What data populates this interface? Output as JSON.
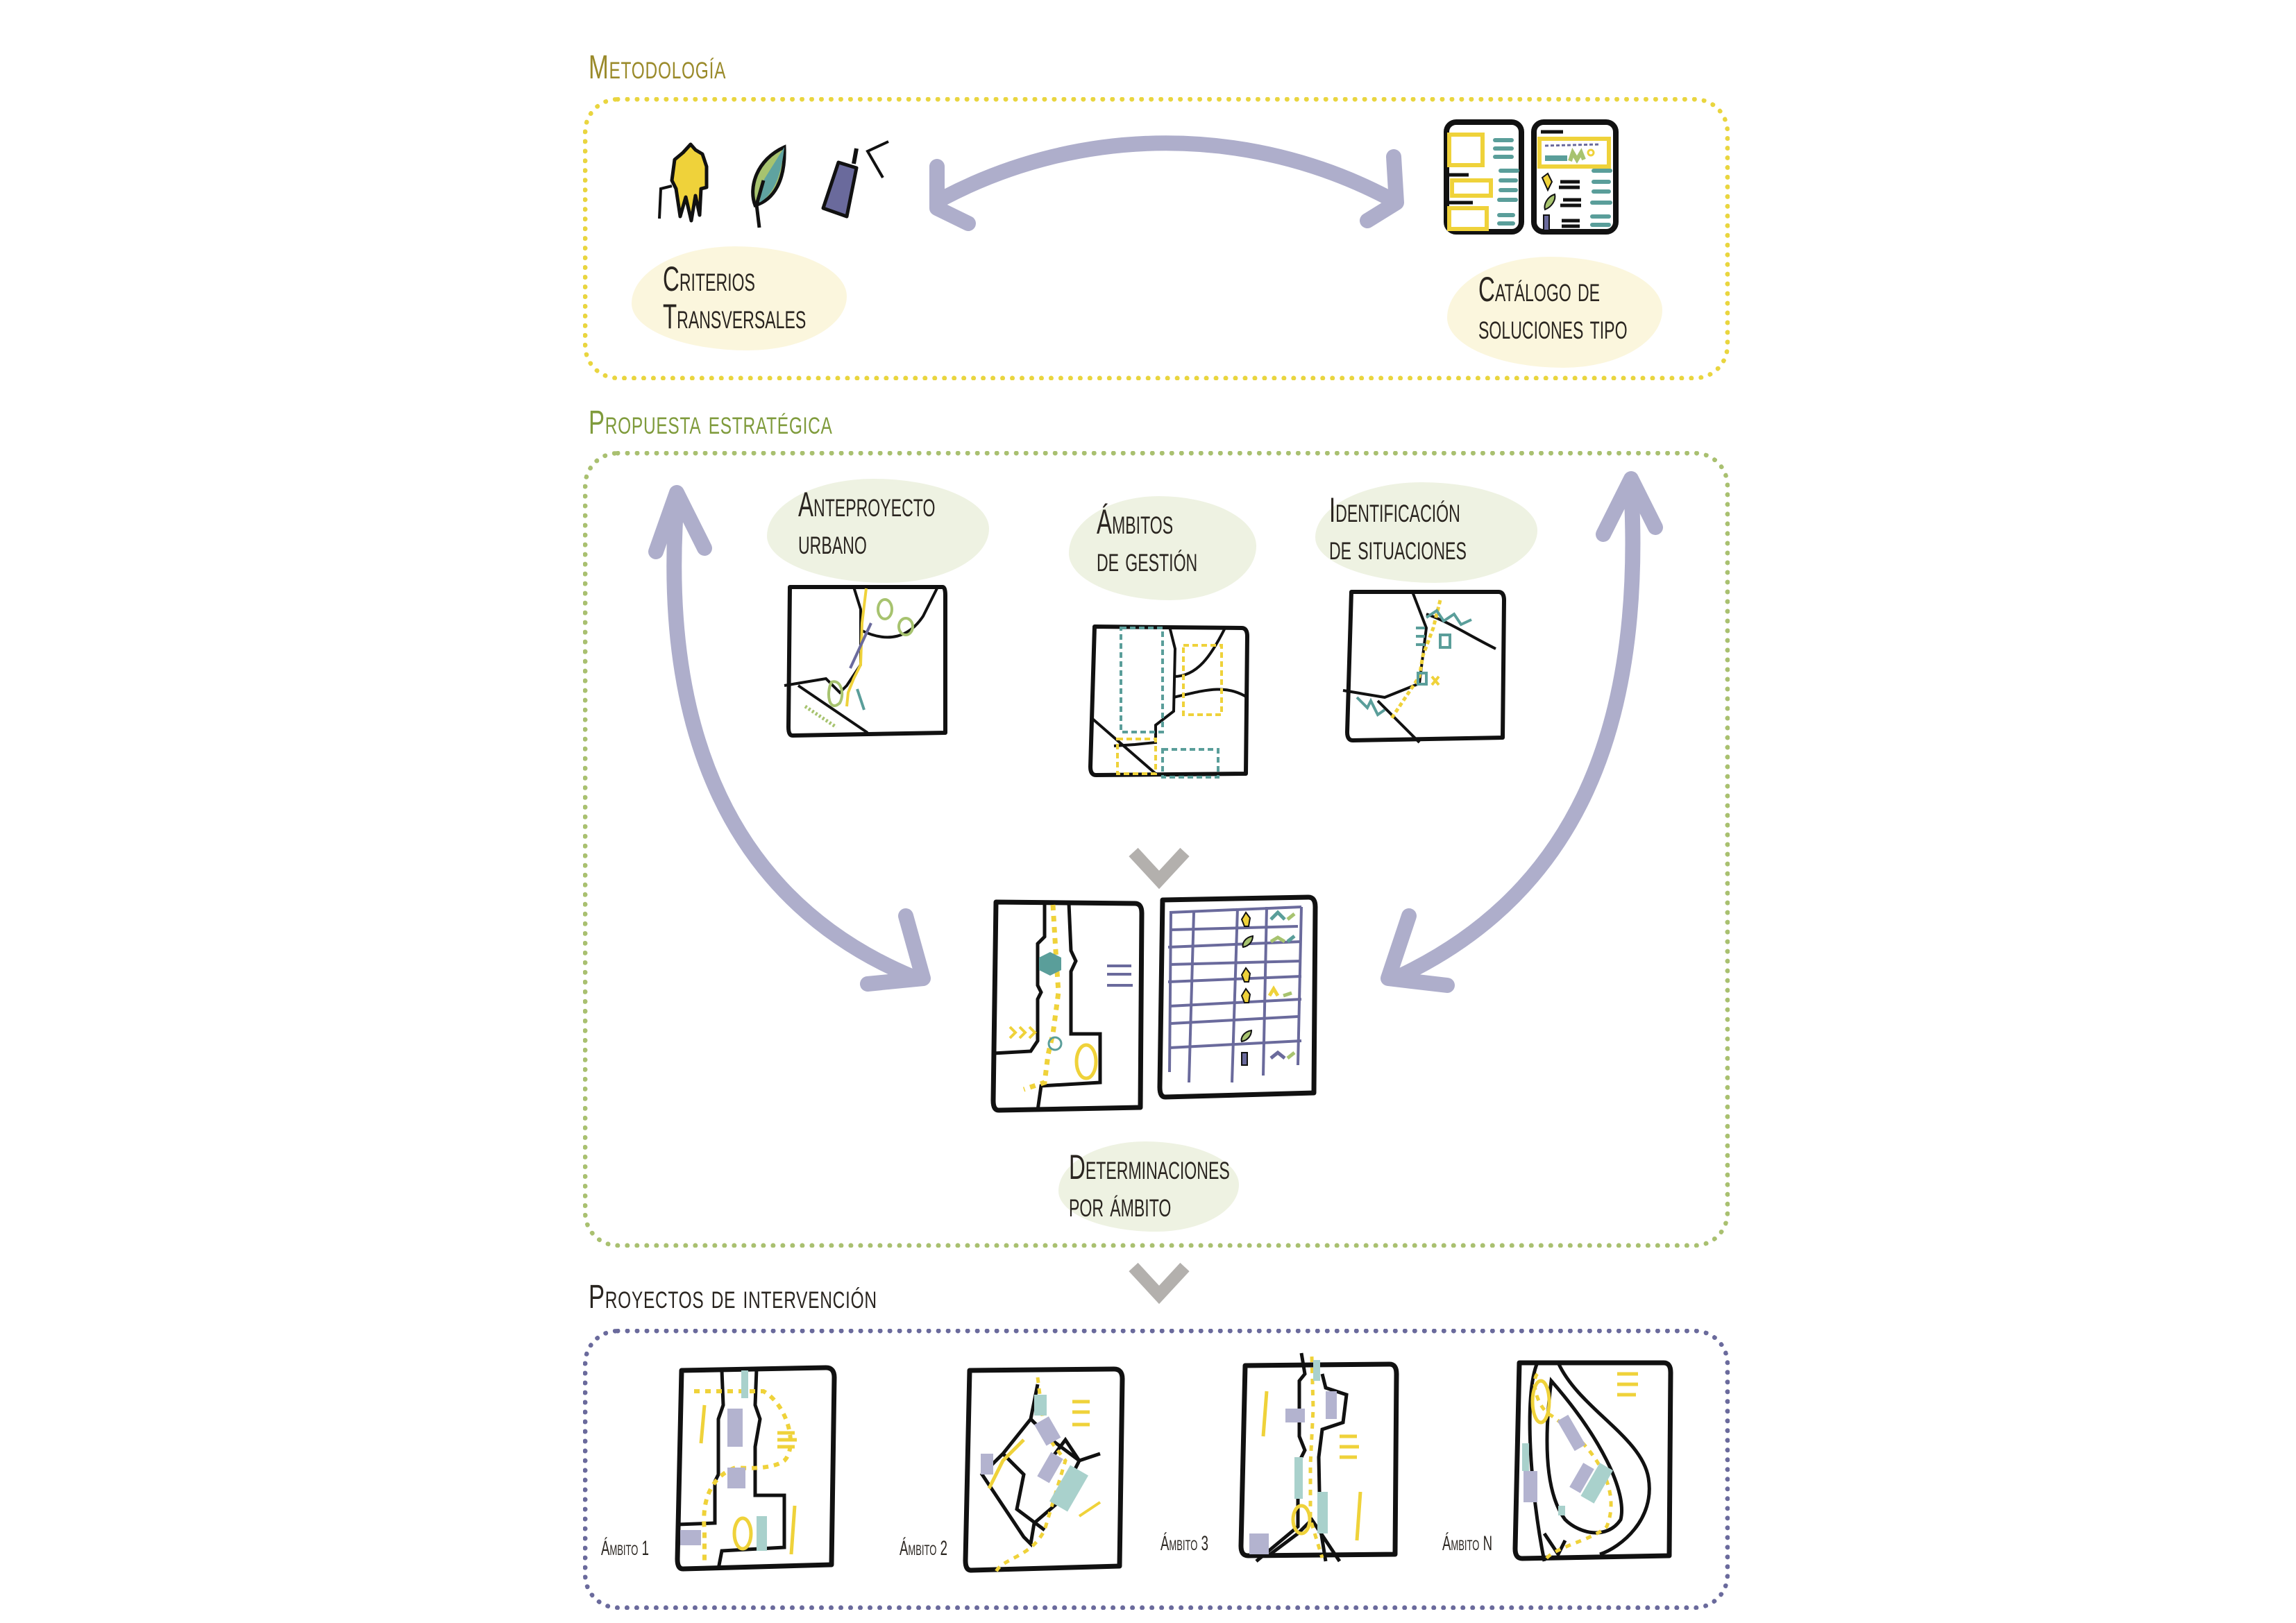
{
  "colors": {
    "yellow": "#efd23a",
    "yellow_frame": "#e9d53f",
    "green": "#9db55e",
    "olive_title": "#9a8a2a",
    "green_title": "#7f9b3c",
    "purple": "#6a6a9c",
    "arrow": "#aeaecb",
    "teal": "#5a9e9a",
    "teal_light": "#a9d1cc",
    "lavender_block": "#b3b3cf",
    "chevron": "#b3b0ad",
    "blob_yellow": "#fbf6dd",
    "blob_green": "#eef2e2",
    "ink": "#111111"
  },
  "sections": {
    "metodologia": {
      "title": "Metodología",
      "criterios": {
        "line1": "Criterios",
        "line2": "Transversales"
      },
      "catalogo": {
        "line1": "Catálogo de",
        "line2": "soluciones tipo"
      },
      "icons": [
        "person-icon",
        "leaf-icon",
        "spray-can-icon"
      ]
    },
    "propuesta": {
      "title": "Propuesta estratégica",
      "steps": [
        {
          "line1": "Anteproyecto",
          "line2": "urbano"
        },
        {
          "line1": "Ámbitos",
          "line2": "de gestión"
        },
        {
          "line1": "Identificación",
          "line2": "de situaciones"
        }
      ],
      "result": {
        "line1": "Determinaciones",
        "line2": "por ámbito"
      }
    },
    "proyectos": {
      "title": "Proyectos de intervención",
      "ambitos": [
        "Ámbito 1",
        "Ámbito 2",
        "Ámbito 3",
        "Ámbito N"
      ]
    }
  }
}
